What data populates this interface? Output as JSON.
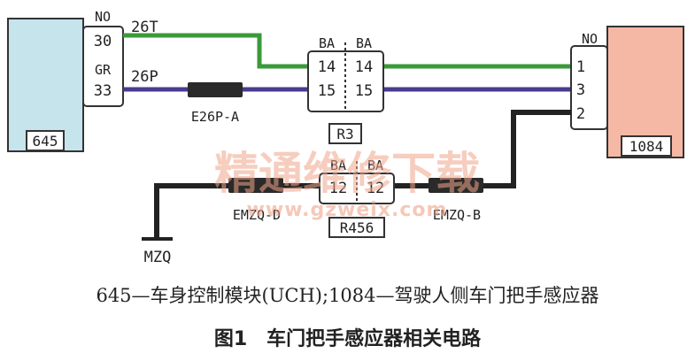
{
  "modules": {
    "left": {
      "id": "645",
      "fill": "#c5e4ec",
      "pins": [
        {
          "pin": "30",
          "color_code": "NO",
          "circuit": "26T"
        },
        {
          "pin": "33",
          "color_code": "GR",
          "circuit": "26P"
        }
      ]
    },
    "right": {
      "id": "1084",
      "fill": "#f5b8a4",
      "color_code": "NO",
      "pins": [
        "1",
        "3",
        "2"
      ]
    }
  },
  "connectors": {
    "r3": {
      "id": "R3",
      "side_a": "BA",
      "side_b": "BA",
      "pins": [
        "14",
        "15"
      ]
    },
    "r456": {
      "id": "R456",
      "side_a": "BA",
      "side_b": "BA",
      "pins": [
        "12"
      ]
    }
  },
  "splices": {
    "e26p": "E26P-A",
    "emzq_d": "EMZQ-D",
    "emzq_b": "EMZQ-B"
  },
  "ground": "MZQ",
  "wire_colors": {
    "green": "#3a9a3a",
    "purple": "#4a3a90",
    "black": "#222222"
  },
  "watermark": {
    "text": "精通维修下载",
    "url": "www.gzweix.com"
  },
  "legend": "645—车身控制模块(UCH);1084—驾驶人侧车门把手感应器",
  "figure_title": "图1　车门把手感应器相关电路"
}
